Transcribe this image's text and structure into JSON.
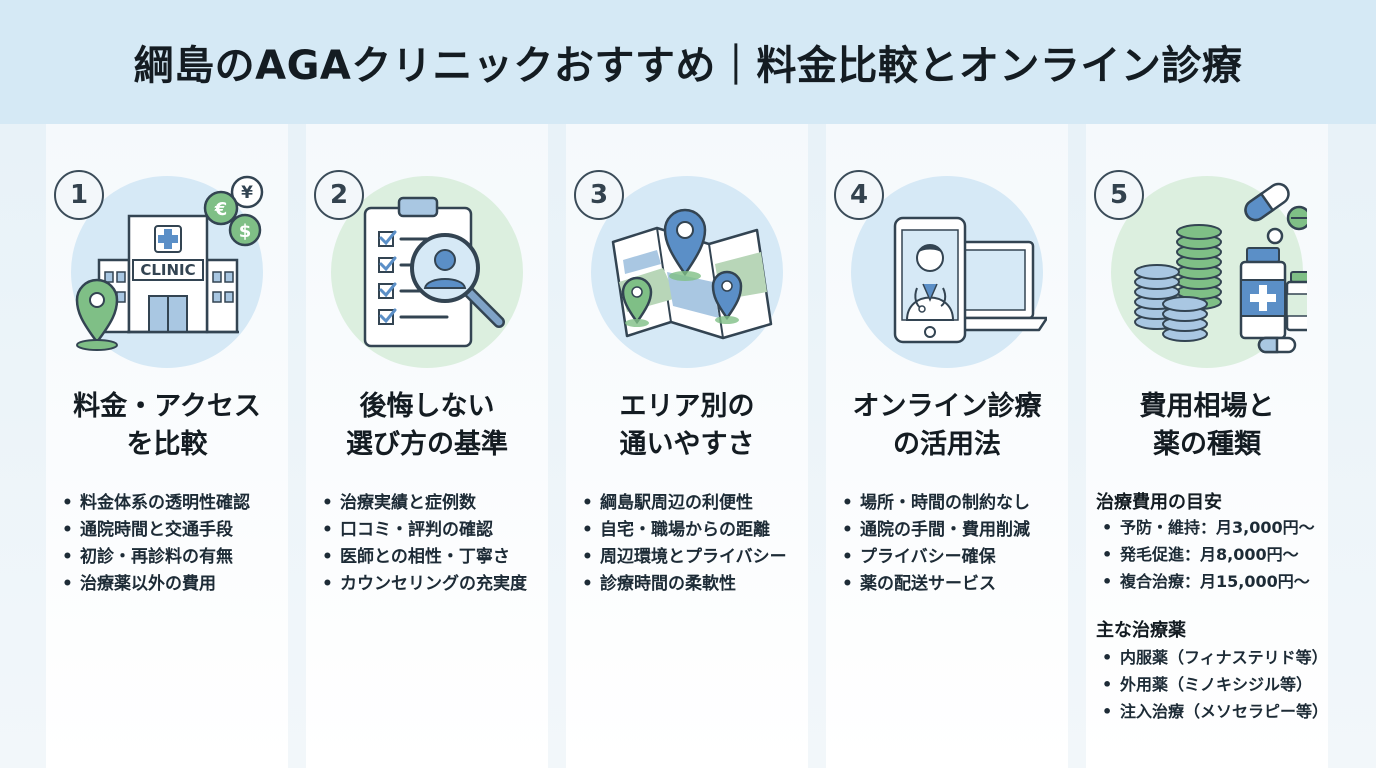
{
  "header": {
    "title": "綱島のAGAクリニックおすすめ｜料金比較とオンライン診療"
  },
  "cards": [
    {
      "number": "1",
      "title_line1": "料金・アクセス",
      "title_line2": "を比較",
      "illustration_text": "CLINIC",
      "currency_symbols": [
        "¥",
        "€",
        "$"
      ],
      "bullets": [
        "料金体系の透明性確認",
        "通院時間と交通手段",
        "初診・再診料の有無",
        "治療薬以外の費用"
      ]
    },
    {
      "number": "2",
      "title_line1": "後悔しない",
      "title_line2": "選び方の基準",
      "bullets": [
        "治療実績と症例数",
        "口コミ・評判の確認",
        "医師との相性・丁寧さ",
        "カウンセリングの充実度"
      ]
    },
    {
      "number": "3",
      "title_line1": "エリア別の",
      "title_line2": "通いやすさ",
      "bullets": [
        "綱島駅周辺の利便性",
        "自宅・職場からの距離",
        "周辺環境とプライバシー",
        "診療時間の柔軟性"
      ]
    },
    {
      "number": "4",
      "title_line1": "オンライン診療",
      "title_line2": "の活用法",
      "bullets": [
        "場所・時間の制約なし",
        "通院の手間・費用削減",
        "プライバシー確保",
        "薬の配送サービス"
      ]
    },
    {
      "number": "5",
      "title_line1": "費用相場と",
      "title_line2": "薬の種類",
      "section1_heading": "治療費用の目安",
      "section1_items": [
        "予防・維持：月3,000円〜",
        "発毛促進：月8,000円〜",
        "複合治療：月15,000円〜"
      ],
      "section2_heading": "主な治療薬",
      "section2_items": [
        "内服薬（フィナステリド等）",
        "外用薬（ミノキシジル等）",
        "注入治療（メソセラピー等）"
      ]
    }
  ],
  "colors": {
    "header_bg": "#d5e9f5",
    "circle_blue": "#d6e9f6",
    "circle_green": "#dcefdf",
    "accent_blue": "#5b8fc7",
    "accent_green": "#7fbf86",
    "outline": "#334452"
  },
  "icons": [
    "clinic-building-icon",
    "currency-coins-icon",
    "checklist-clipboard-icon",
    "magnifier-user-icon",
    "map-pins-icon",
    "tablet-doctor-icon",
    "laptop-icon",
    "coin-stacks-icon",
    "medicine-bottles-icon",
    "pills-icon"
  ]
}
